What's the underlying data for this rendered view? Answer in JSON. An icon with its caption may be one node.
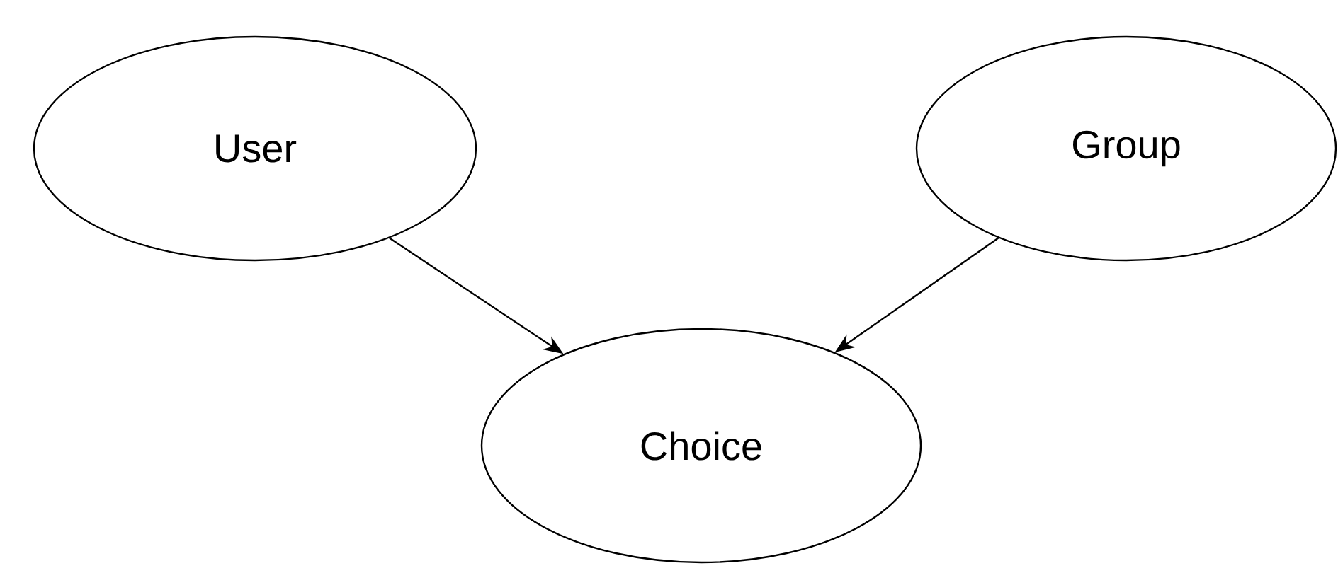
{
  "diagram": {
    "nodes": [
      {
        "text": [
          "User"
        ]
      },
      {
        "text": [
          "Group"
        ]
      },
      {
        "text": [
          "Choice"
        ]
      }
    ],
    "edges": [
      {
        "from": 0,
        "to": 2,
        "arrow": "to"
      },
      {
        "from": 1,
        "to": 2,
        "arrow": "to"
      }
    ]
  }
}
